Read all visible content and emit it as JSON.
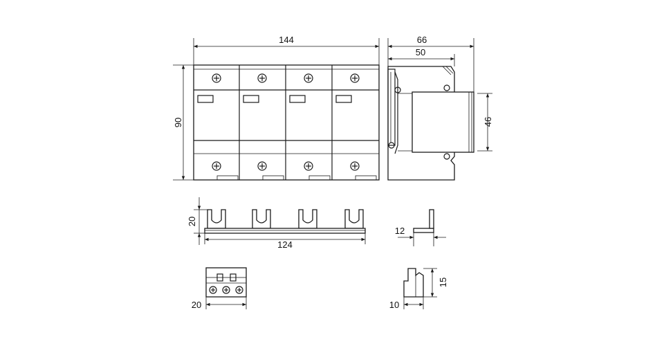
{
  "front_view": {
    "width_label": "144",
    "height_label": "90"
  },
  "side_view": {
    "depth_label": "66",
    "inner_depth_label": "50",
    "window_height_label": "46"
  },
  "busbar": {
    "height_label": "20",
    "length_label": "124",
    "thickness_label": "12"
  },
  "terminal": {
    "width_label": "20",
    "side_width_label": "10",
    "side_height_label": "15"
  }
}
